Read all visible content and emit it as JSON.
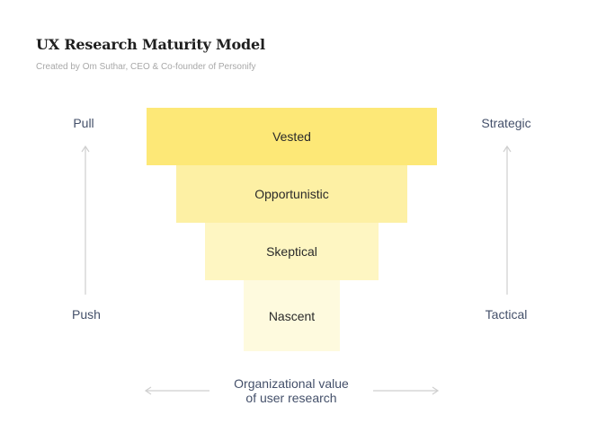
{
  "header": {
    "title": "UX Research Maturity Model",
    "subtitle": "Created by Om Suthar, CEO & Co-founder of Personify"
  },
  "left_axis": {
    "top_label": "Pull",
    "bottom_label": "Push"
  },
  "right_axis": {
    "top_label": "Strategic",
    "bottom_label": "Tactical"
  },
  "tiers": [
    {
      "label": "Vested",
      "color": "#fde877"
    },
    {
      "label": "Opportunistic",
      "color": "#fdf0a4"
    },
    {
      "label": "Skeptical",
      "color": "#fef6c2"
    },
    {
      "label": "Nascent",
      "color": "#fefade"
    }
  ],
  "bottom_caption": {
    "line1": "Organizational value",
    "line2": "of user research"
  },
  "colors": {
    "arrow": "#cfcfcf",
    "label_text": "#44506a"
  }
}
